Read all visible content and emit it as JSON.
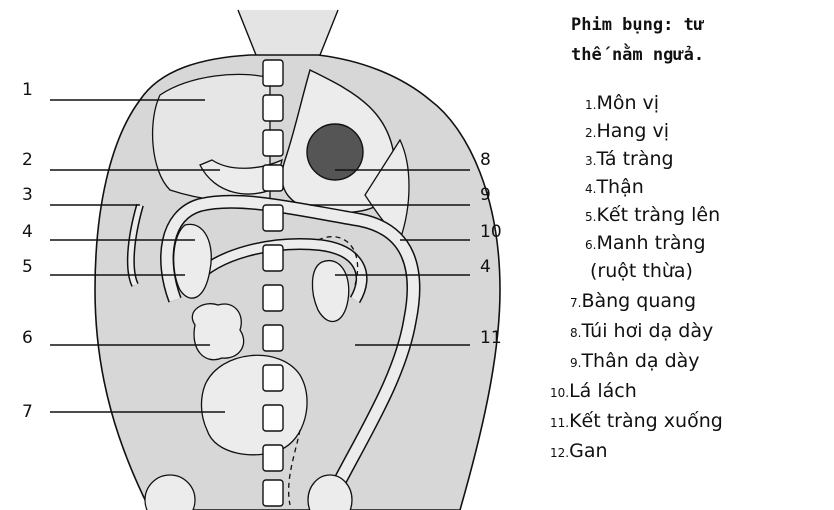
{
  "title": {
    "line1": "Phim bụng: tư",
    "line2": "thế nằm ngửa."
  },
  "legend": [
    {
      "num": "1.",
      "label": "Môn vị"
    },
    {
      "num": "2.",
      "label": "Hang vị"
    },
    {
      "num": "3.",
      "label": "Tá tràng"
    },
    {
      "num": "4.",
      "label": "Thận"
    },
    {
      "num": "5.",
      "label": "Kết tràng lên"
    },
    {
      "num": "6.",
      "label": "Manh tràng"
    },
    {
      "num": "",
      "label": "(ruột thừa)"
    },
    {
      "num": "7.",
      "label": "Bàng quang"
    },
    {
      "num": "8.",
      "label": "Túi hơi dạ dày"
    },
    {
      "num": "9.",
      "label": "Thân dạ dày"
    },
    {
      "num": "10.",
      "label": "Lá lách"
    },
    {
      "num": "11.",
      "label": "Kết tràng xuống"
    },
    {
      "num": "12.",
      "label": "Gan"
    }
  ],
  "callouts": {
    "left": [
      "1",
      "2",
      "3",
      "4",
      "5",
      "6",
      "7"
    ],
    "right": [
      "8",
      "9",
      "10",
      "4",
      "11"
    ]
  },
  "colors": {
    "body_fill": "#d7d7d7",
    "organ_fill": "#ececec",
    "gas_bubble": "#555555",
    "outline": "#111111"
  }
}
